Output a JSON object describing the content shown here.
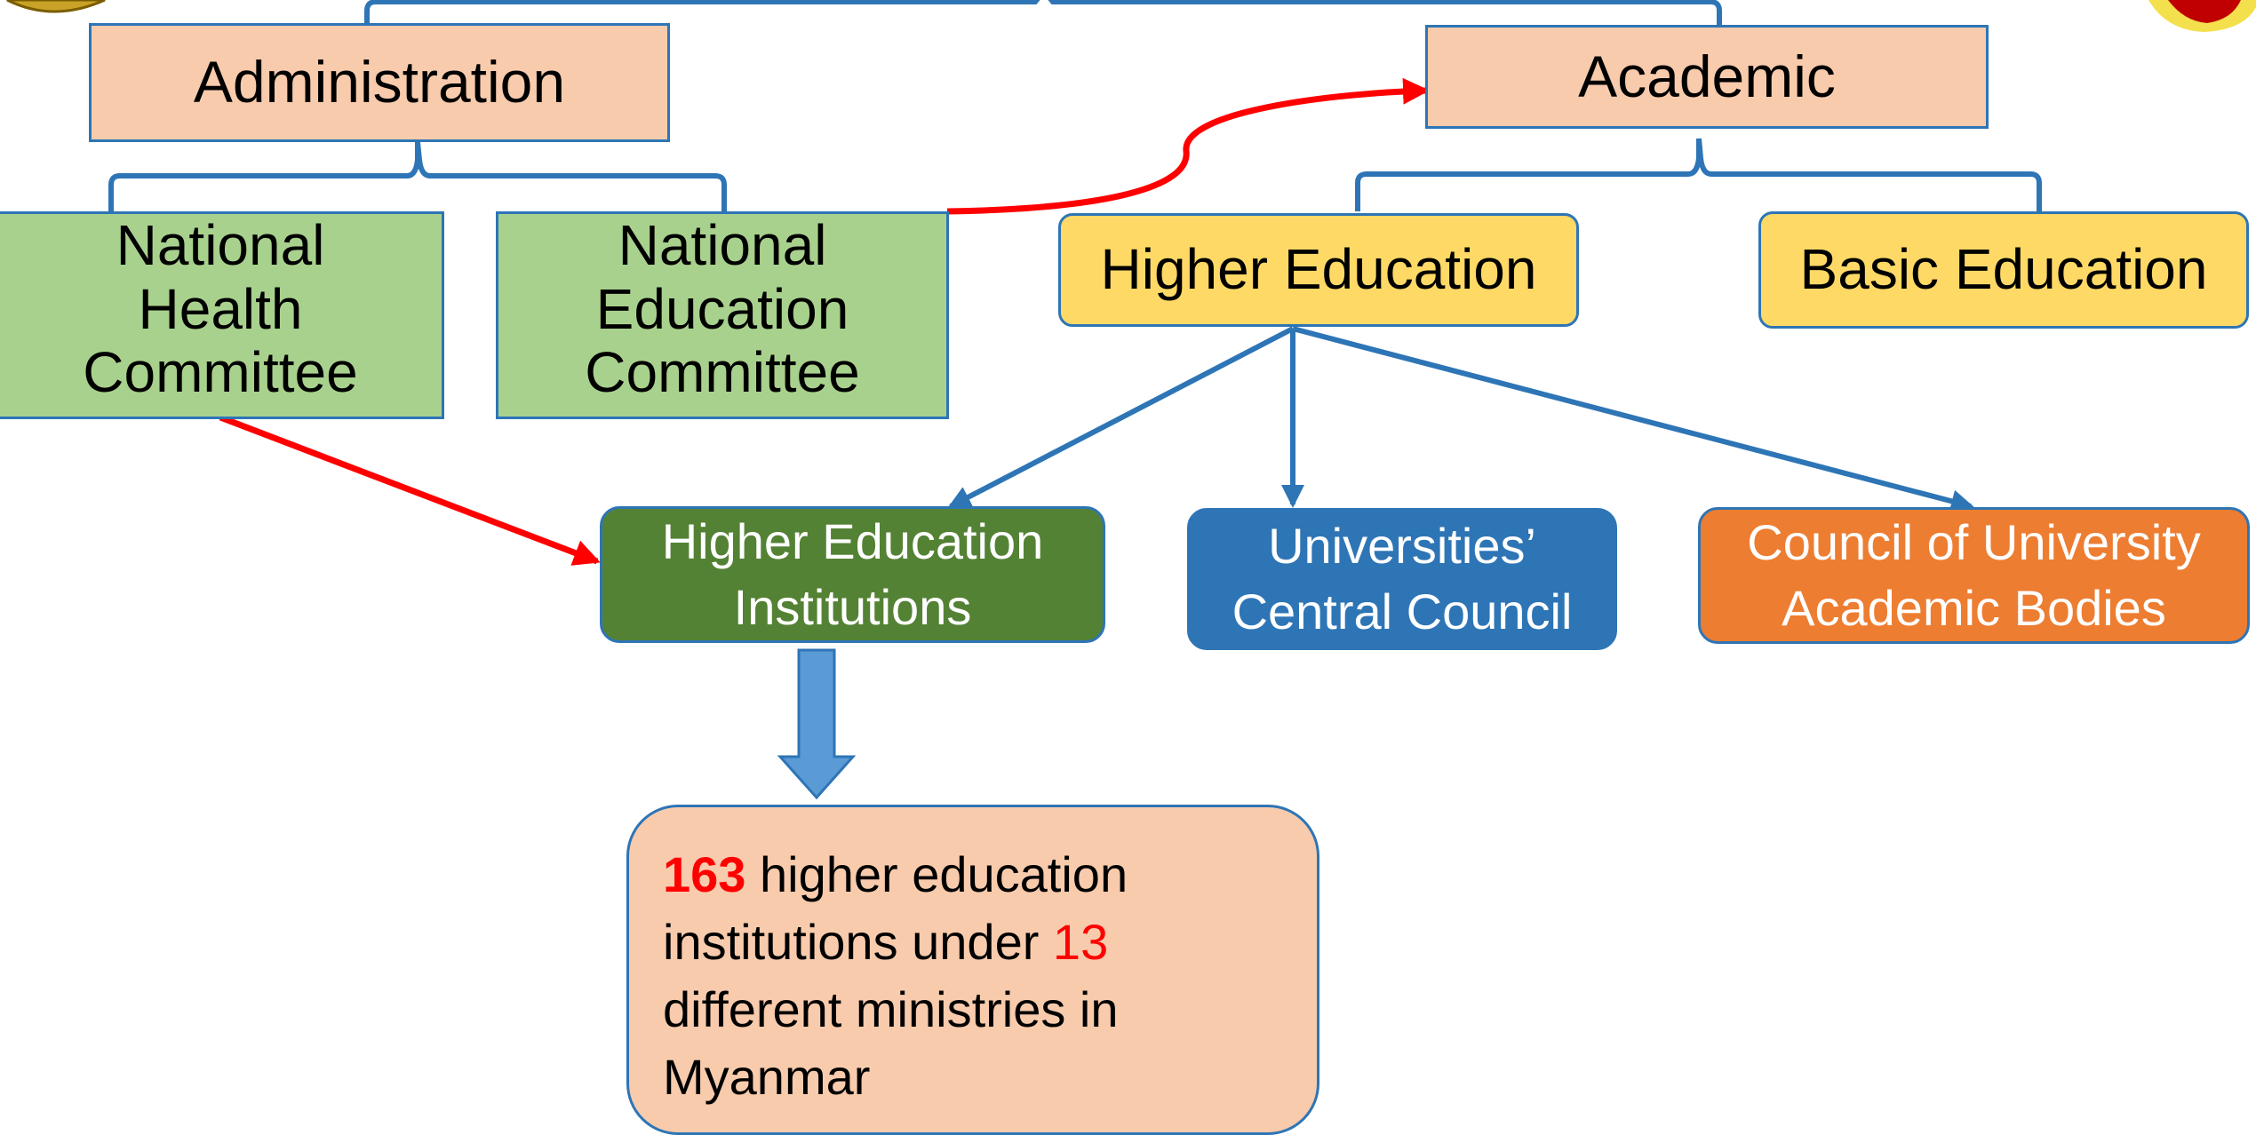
{
  "nodes": {
    "administration": "Administration",
    "academic": "Academic",
    "national_health_committee": [
      "National",
      "Health",
      "Committee"
    ],
    "national_education_committee": [
      "National",
      "Education",
      "Committee"
    ],
    "higher_education": "Higher Education",
    "basic_education": "Basic Education",
    "higher_education_institutions": [
      "Higher Education",
      "Institutions"
    ],
    "universities_central_council": [
      "Universities’",
      "Central Council"
    ],
    "council_of_university_academic_bodies": [
      "Council of University",
      "Academic Bodies"
    ]
  },
  "summary": {
    "count": "163",
    "text_1": " higher education",
    "text_2": "institutions under ",
    "ministries": "13",
    "text_3": "different ministries in",
    "text_4": "Myanmar"
  },
  "colors": {
    "connector_blue": "#2e75b6",
    "arrow_red": "#ff0000",
    "salmon": "#f8cbad",
    "light_green": "#a9d18e",
    "yellow": "#ffd966",
    "dark_green": "#548235",
    "orange": "#ed7d31",
    "highlight_red": "#ff0000"
  }
}
